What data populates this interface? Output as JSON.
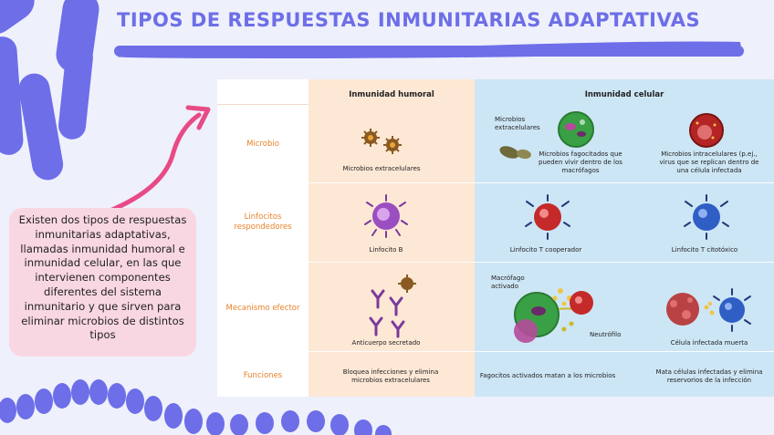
{
  "title": "TIPOS DE RESPUESTAS INMUNITARIAS ADAPTATIVAS",
  "note": "Existen dos tipos de respuestas inmunitarias adaptativas, llamadas inmunidad humoral e inmunidad celular, en las que intervienen componentes diferentes del sistema inmunitario y que sirven para eliminar microbios de distintos tipos",
  "table": {
    "headers": {
      "humoral": "Inmunidad humoral",
      "celular": "Inmunidad celular"
    },
    "rows": {
      "microbio": "Microbio",
      "linfocitos": "Linfocitos respondedores",
      "mecanismo": "Mecanismo efector",
      "funciones": "Funciones"
    },
    "captions": {
      "microbios_extracelulares": "Microbios extracelulares",
      "microbios_label": "Microbios extracelulares",
      "fagocitados": "Microbios fagocitados que pueden vivir dentro de los macrófagos",
      "intracelulares": "Microbios intracelulares (p.ej., virus que se replican dentro de una célula infectada",
      "linfocito_b": "Linfocito B",
      "linfocito_t_coop": "Linfocito T cooperador",
      "linfocito_t_cito": "Linfocito T citotóxico",
      "anticuerpo": "Anticuerpo secretado",
      "macrofago": "Macrófago activado",
      "neutrofilo": "Neutrófilo",
      "celula_muerta": "Célula infectada muerta",
      "func_humoral": "Bloquea infecciones y elimina microbios extracelulares",
      "func_fagocitos": "Fagocitos activados matan a los microbios",
      "func_mata": "Mata células infectadas y elimina reservorios de la infección"
    }
  },
  "colors": {
    "title": "#6d6ee8",
    "accent": "#6d6ee8",
    "arrow": "#e84a86",
    "note_bg": "#f9d7e2",
    "humoral_bg": "#fde8d6",
    "celular_bg": "#cde6f5",
    "row_label": "#e9822a"
  }
}
